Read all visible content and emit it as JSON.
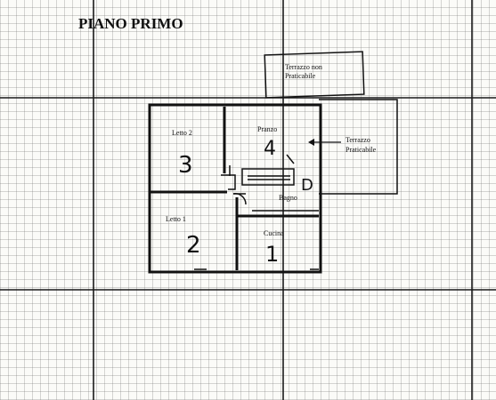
{
  "title": "PIANO PRIMO",
  "rooms": {
    "letto2": {
      "label": "Letto 2",
      "number": "3"
    },
    "letto1": {
      "label": "Letto 1",
      "number": "2"
    },
    "pranzo": {
      "label": "Pranzo",
      "number": "4"
    },
    "bagno": {
      "label": "Bagno",
      "number": "D"
    },
    "cucina": {
      "label": "Cucina",
      "number": "1"
    }
  },
  "terraces": {
    "non_praticabile": {
      "line1": "Terrazzo non",
      "line2": "Praticabile"
    },
    "praticabile": {
      "line1": "Terrazzo",
      "line2": "Praticabile"
    }
  }
}
